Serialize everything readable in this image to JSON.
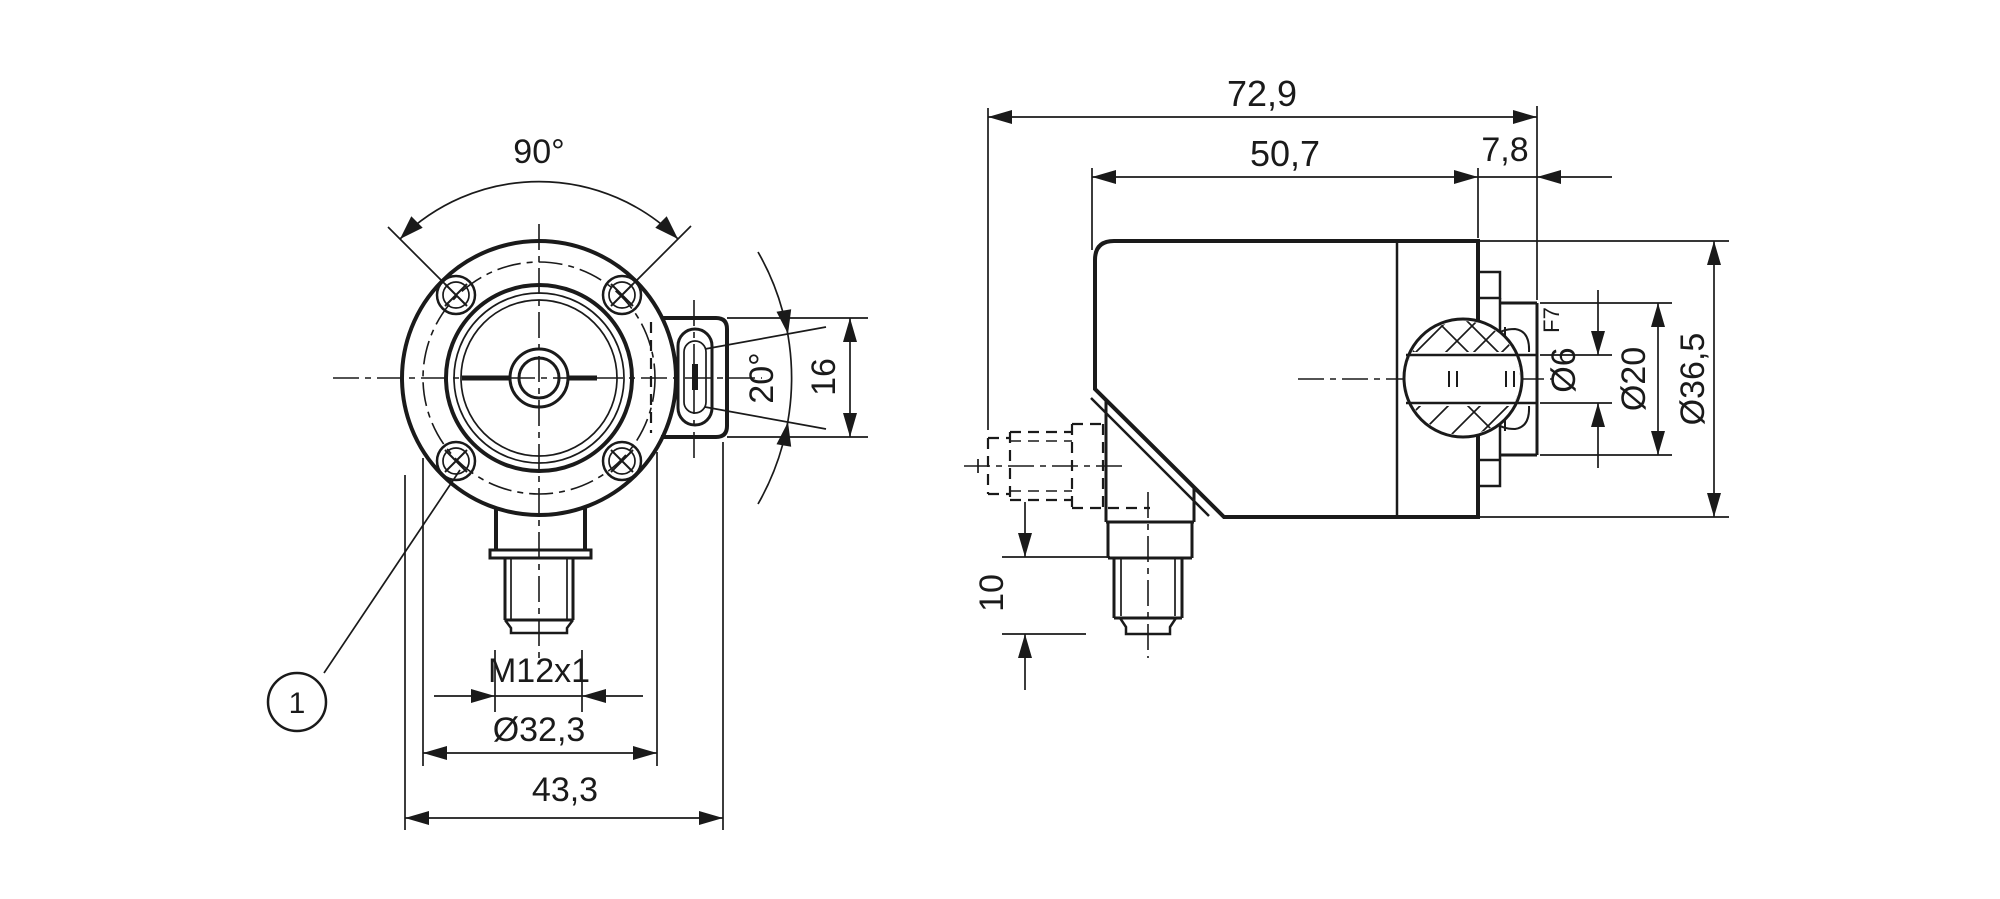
{
  "page": {
    "background": "#ffffff",
    "line_color": "#1a1a1a",
    "description": "Technical dimension drawing, two views of rotary encoder with M12 connector"
  },
  "front_view": {
    "angle_top": "90°",
    "angle_connector": "20°",
    "connector_height": "16",
    "thread_label": "M12x1",
    "bolt_circle_dia": "Ø32,3",
    "overall_width": "43,3",
    "balloon_label": "1"
  },
  "side_view": {
    "overall_length": "72,9",
    "body_length": "50,7",
    "shaft_protrusion": "7,8",
    "shaft_bore_dia": "Ø6",
    "shaft_bore_fit": "F7",
    "collar_dia": "Ø20",
    "body_dia": "Ø36,5",
    "connector_length": "10"
  }
}
